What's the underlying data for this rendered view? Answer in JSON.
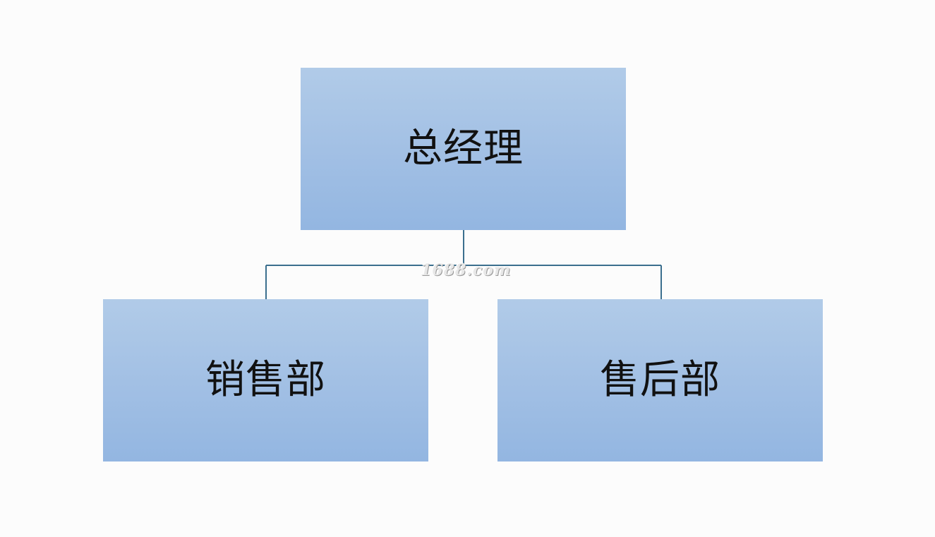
{
  "diagram": {
    "nodes": {
      "top": {
        "label": "总经理"
      },
      "left": {
        "label": "销售部"
      },
      "right": {
        "label": "售后部"
      }
    },
    "watermark": "1688.com",
    "colors": {
      "box_top": "#b1cbe8",
      "box_bottom": "#93b6e1",
      "connector": "#3b6f8e",
      "background": "#fcfcfc"
    }
  }
}
